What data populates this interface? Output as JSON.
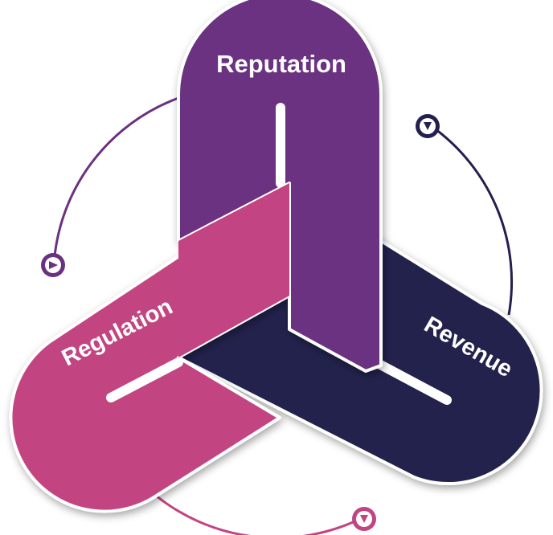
{
  "diagram": {
    "loops": [
      {
        "key": "reputation",
        "label": "Reputation",
        "color": "#6a3180"
      },
      {
        "key": "revenue",
        "label": "Revenue",
        "color": "#23204d"
      },
      {
        "key": "regulation",
        "label": "Regulation",
        "color": "#c24482"
      }
    ],
    "arrow_colors": {
      "reputation_arc": "#6a3180",
      "revenue_arc": "#23204d",
      "regulation_arc": "#c24482"
    },
    "icons": [
      "play-arrow-icon",
      "play-arrow-icon",
      "play-arrow-icon"
    ]
  }
}
